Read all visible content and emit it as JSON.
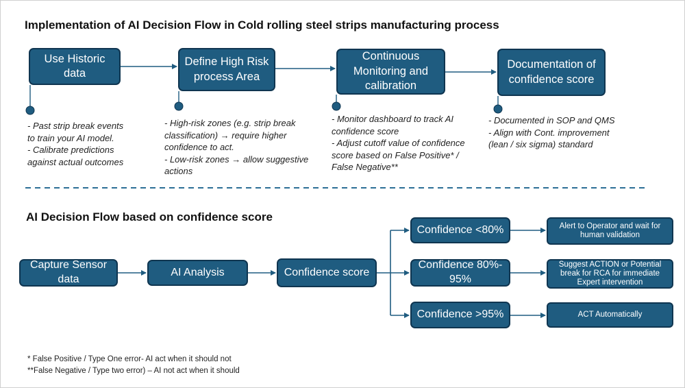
{
  "top": {
    "title": "Implementation of AI Decision Flow in Cold rolling steel strips manufacturing process",
    "steps": [
      {
        "label": "Use Historic data",
        "notes": [
          "- Past strip break events",
          "to train your AI model.",
          "- Calibrate predictions",
          "against actual outcomes"
        ]
      },
      {
        "label": "Define High Risk process Area",
        "notes": [
          "- High-risk zones (e.g. strip break",
          "classification) → require higher",
          "confidence to act.",
          "- Low-risk zones → allow suggestive",
          "actions"
        ]
      },
      {
        "label": "Continuous Monitoring and calibration",
        "notes": [
          "- Monitor dashboard to track AI",
          "confidence score",
          "- Adjust cutoff value of confidence",
          "score based on False Positive* /",
          "False Negative**"
        ]
      },
      {
        "label": "Documentation of confidence score",
        "notes": [
          "- Documented in SOP and QMS",
          "- Align with Cont. improvement",
          "(lean / six sigma) standard"
        ]
      }
    ]
  },
  "bottom": {
    "title": "AI Decision Flow based on confidence score",
    "capture": "Capture Sensor data",
    "analysis": "AI Analysis",
    "score": "Confidence score",
    "branches": [
      {
        "condition": "Confidence <80%",
        "action": "Alert to Operator and wait for human validation"
      },
      {
        "condition": "Confidence 80%- 95%",
        "action": "Suggest ACTION or Potential break for RCA for immediate Expert intervention"
      },
      {
        "condition": "Confidence >95%",
        "action": "ACT Automatically"
      }
    ]
  },
  "footnotes": [
    "* False Positive / Type One error-  AI act when it should not",
    "**False Negative / Type two error) – AI not act when it should"
  ],
  "colors": {
    "box_fill": "#1f5c80",
    "box_border": "#0f3550",
    "connector": "#1f5c80",
    "divider": "#2b6e96"
  }
}
